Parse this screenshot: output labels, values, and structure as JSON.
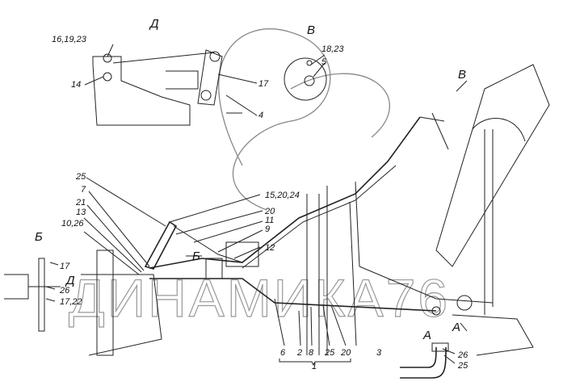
{
  "views": {
    "D": "Д",
    "V": "В",
    "B": "Б",
    "A": "А"
  },
  "labels": {
    "l16_19_23": "16,19,23",
    "l14": "14",
    "l17_top": "17",
    "l4": "4",
    "l18_23": "18,23",
    "l5": "5",
    "l25": "25",
    "l7": "7",
    "l21": "21",
    "l13": "13",
    "l10_26": "10,26",
    "l15_20_24": "15,20,24",
    "l20": "20",
    "l11": "11",
    "l9": "9",
    "l12": "12",
    "l17_b": "17",
    "l26_b": "26",
    "l17_22": "17,22",
    "l6": "6",
    "l2": "2",
    "l8": "8",
    "l25_bot": "25",
    "l20_bot": "20",
    "l1": "1",
    "l3": "3",
    "l26_a": "26",
    "l25_a": "25"
  },
  "watermark": "ДИНАМИКА76"
}
